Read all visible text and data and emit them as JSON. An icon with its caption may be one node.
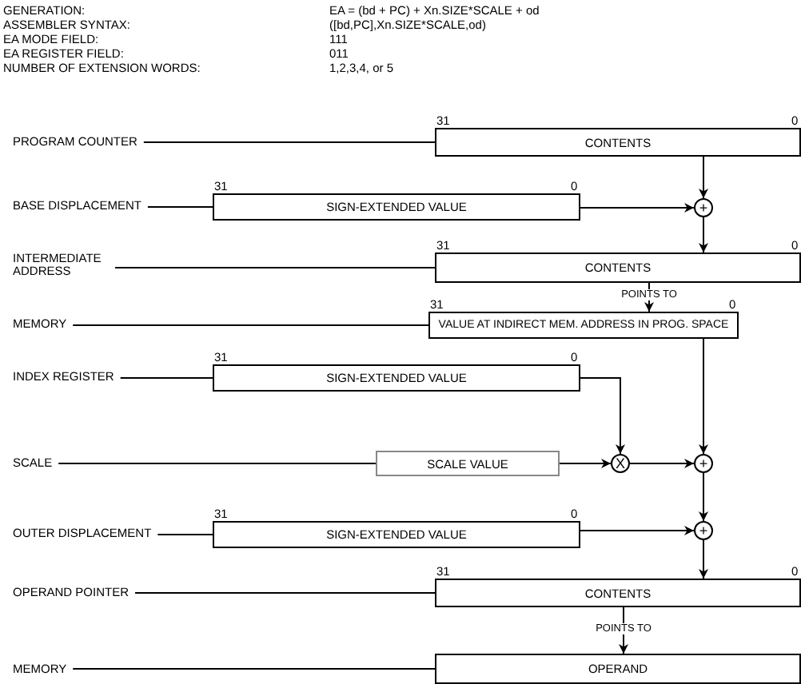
{
  "diagram": {
    "nodes": [
      {
        "text": [
          "PROGRAM COUNTER"
        ]
      },
      {
        "text": [
          "CONTENTS"
        ],
        "beside": [
          "31",
          "0"
        ]
      },
      {
        "text": [
          "BASE DISPLACEMENT"
        ]
      },
      {
        "text": [
          "SIGN-EXTENDED VALUE"
        ],
        "beside": [
          "31",
          "0"
        ]
      },
      {
        "text": [
          "+"
        ]
      },
      {
        "text": [
          "INTERMEDIATE ADDRESS"
        ]
      },
      {
        "text": [
          "CONTENTS"
        ],
        "beside": [
          "31",
          "0"
        ]
      },
      {
        "text": [
          "MEMORY"
        ]
      },
      {
        "text": [
          "VALUE AT INDIRECT MEM. ADDRESS IN PROG. SPACE"
        ],
        "beside": [
          "31",
          "0"
        ]
      },
      {
        "text": [
          "INDEX REGISTER"
        ]
      },
      {
        "text": [
          "SIGN-EXTENDED VALUE"
        ],
        "beside": [
          "31",
          "0"
        ]
      },
      {
        "text": [
          "SCALE"
        ]
      },
      {
        "text": [
          "SCALE VALUE"
        ]
      },
      {
        "text": [
          "X"
        ]
      },
      {
        "text": [
          "+"
        ]
      },
      {
        "text": [
          "OUTER DISPLACEMENT"
        ]
      },
      {
        "text": [
          "SIGN-EXTENDED VALUE"
        ],
        "beside": [
          "31",
          "0"
        ]
      },
      {
        "text": [
          "+"
        ]
      },
      {
        "text": [
          "OPERAND POINTER"
        ]
      },
      {
        "text": [
          "CONTENTS"
        ],
        "beside": [
          "31",
          "0"
        ]
      },
      {
        "text": [
          "MEMORY"
        ]
      },
      {
        "text": [
          "OPERAND"
        ]
      }
    ],
    "edges": [
      {
        "from": 0,
        "to": 1,
        "arrow": "none"
      },
      {
        "from": 2,
        "to": 3,
        "arrow": "none"
      },
      {
        "from": 1,
        "to": 4,
        "arrow": "to"
      },
      {
        "from": 3,
        "to": 4,
        "arrow": "to"
      },
      {
        "from": 4,
        "to": 6,
        "arrow": "to"
      },
      {
        "from": 5,
        "to": 6,
        "arrow": "none"
      },
      {
        "from": 6,
        "to": 8,
        "arrow": "to",
        "label": "POINTS TO"
      },
      {
        "from": 7,
        "to": 8,
        "arrow": "none"
      },
      {
        "from": 9,
        "to": 10,
        "arrow": "none"
      },
      {
        "from": 8,
        "to": 14,
        "arrow": "to"
      },
      {
        "from": 10,
        "to": 13,
        "arrow": "to"
      },
      {
        "from": 11,
        "to": 12,
        "arrow": "none"
      },
      {
        "from": 12,
        "to": 13,
        "arrow": "to"
      },
      {
        "from": 13,
        "to": 14,
        "arrow": "to"
      },
      {
        "from": 14,
        "to": 17,
        "arrow": "to"
      },
      {
        "from": 15,
        "to": 16,
        "arrow": "none"
      },
      {
        "from": 16,
        "to": 17,
        "arrow": "to"
      },
      {
        "from": 17,
        "to": 19,
        "arrow": "to"
      },
      {
        "from": 18,
        "to": 19,
        "arrow": "none"
      },
      {
        "from": 19,
        "to": 21,
        "arrow": "to",
        "label": "POINTS TO"
      },
      {
        "from": 20,
        "to": 21,
        "arrow": "none"
      }
    ],
    "labels": [
      "GENERATION:",
      "EA = (bd + PC) + Xn.SIZE*SCALE + od",
      "ASSEMBLER SYNTAX:",
      "([bd,PC],Xn.SIZE*SCALE,od)",
      "EA MODE FIELD:",
      "111",
      "EA REGISTER FIELD:",
      "011",
      "NUMBER OF EXTENSION WORDS:",
      "1,2,3,4, or 5"
    ]
  }
}
